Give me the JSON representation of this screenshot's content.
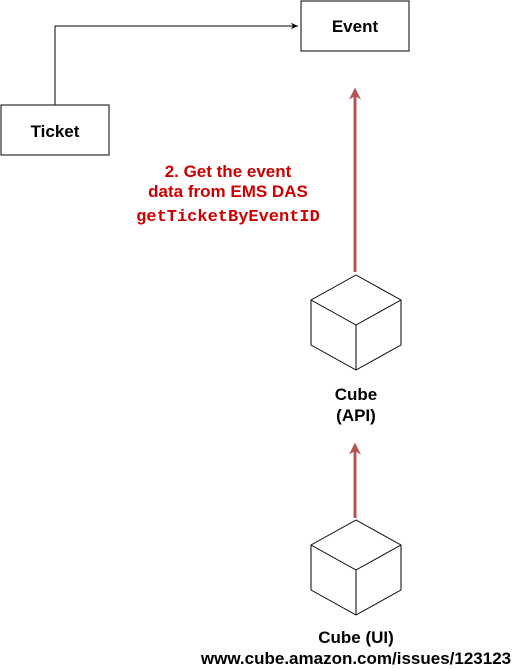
{
  "nodes": {
    "event": {
      "label": "Event"
    },
    "ticket": {
      "label": "Ticket"
    },
    "cube_api": {
      "label_line1": "Cube",
      "label_line2": "(API)"
    },
    "cube_ui": {
      "label_line1": "Cube (UI)",
      "label_line2": "www.cube.amazon.com/issues/123123"
    }
  },
  "annotation": {
    "line1": "2. Get the event",
    "line2": "data from EMS DAS",
    "line3": "getTicketByEventID"
  },
  "colors": {
    "arrow": "#b85450",
    "annotation_text": "#cc0000",
    "stroke": "#000000",
    "background": "#ffffff"
  }
}
